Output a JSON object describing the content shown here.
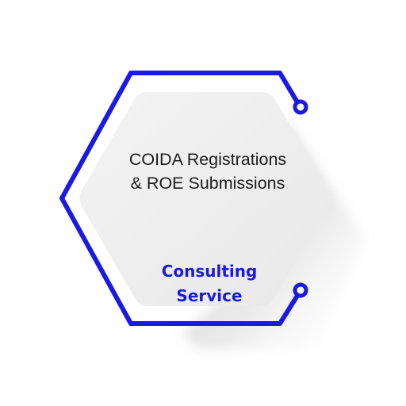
{
  "card": {
    "title_lines": [
      "COIDA Registrations",
      "& ROE Submissions"
    ],
    "subtitle_lines": [
      "Consulting",
      "Service"
    ]
  },
  "colors": {
    "accent": "#1a1ae0",
    "hexagon_fill": "#efefef",
    "text": "#1c1c1c"
  }
}
